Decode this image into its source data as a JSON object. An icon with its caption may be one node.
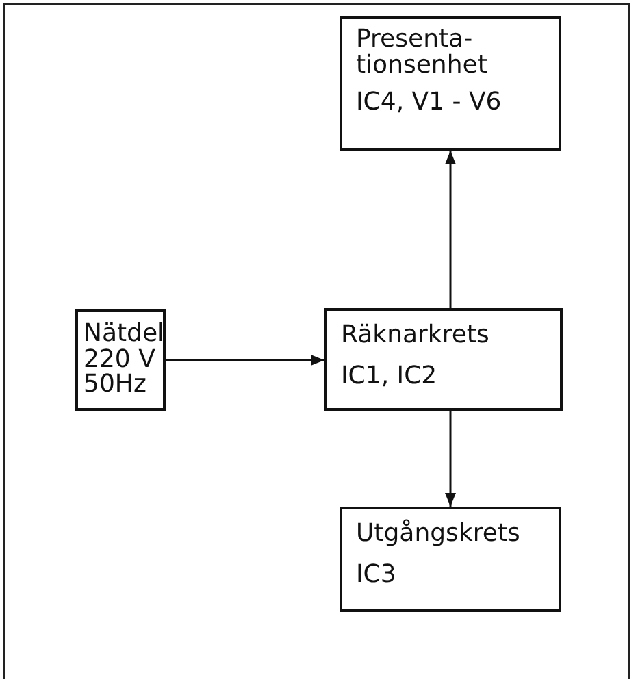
{
  "diagram": {
    "nodes": [
      {
        "text": [
          "Presenta- tionsenhet",
          "IC4, V1 - V6"
        ]
      },
      {
        "text": [
          "Nätdel",
          "220 V",
          "50Hz"
        ]
      },
      {
        "text": [
          "Räknarkrets",
          "IC1, IC2"
        ]
      },
      {
        "text": [
          "Utgångskrets",
          "IC3"
        ]
      }
    ],
    "edges": [
      {
        "from": 1,
        "to": 2,
        "arrow": "to"
      },
      {
        "from": 2,
        "to": 0,
        "arrow": "to"
      },
      {
        "from": 2,
        "to": 3,
        "arrow": "to"
      }
    ]
  }
}
